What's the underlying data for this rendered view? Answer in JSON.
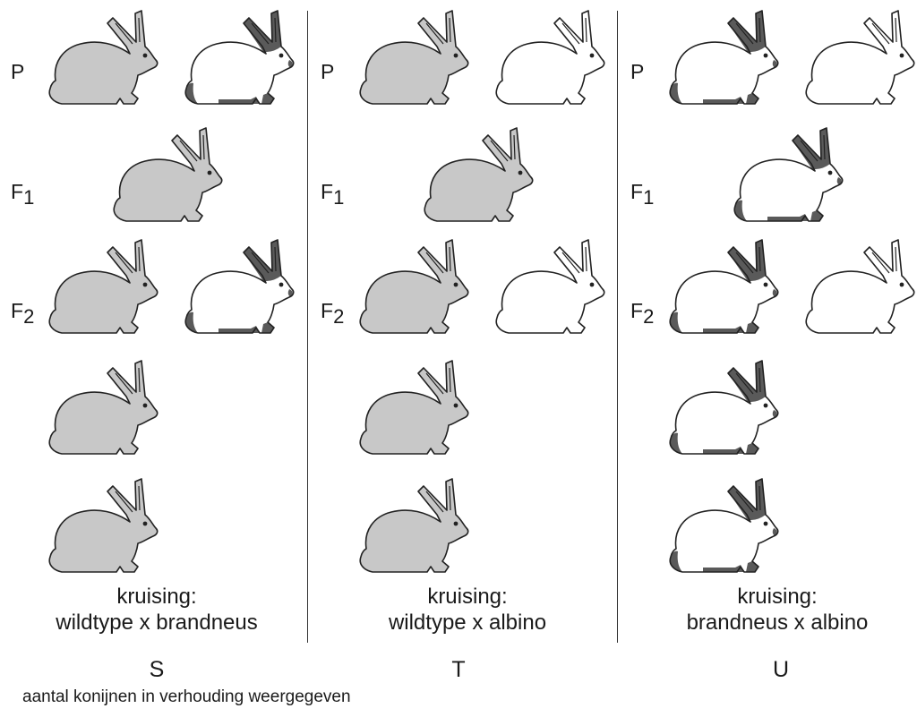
{
  "colors": {
    "wildtype_fill": "#c8c8c8",
    "albino_fill": "#ffffff",
    "dark_points": "#5a5a5a",
    "outline": "#222222"
  },
  "generation_labels": {
    "p": "P",
    "f1_base": "F",
    "f1_sub": "1",
    "f2_base": "F",
    "f2_sub": "2"
  },
  "panels": [
    {
      "id": "S",
      "cross_line1": "kruising:",
      "cross_line2": "wildtype x brandneus",
      "letter": "S",
      "parents": [
        "wildtype",
        "brandneus"
      ],
      "f1": [
        "wildtype"
      ],
      "f2": [
        "wildtype",
        "brandneus",
        "wildtype",
        "wildtype"
      ]
    },
    {
      "id": "T",
      "cross_line1": "kruising:",
      "cross_line2": "wildtype x albino",
      "letter": "T",
      "parents": [
        "wildtype",
        "albino"
      ],
      "f1": [
        "wildtype"
      ],
      "f2": [
        "wildtype",
        "albino",
        "wildtype",
        "wildtype"
      ]
    },
    {
      "id": "U",
      "cross_line1": "kruising:",
      "cross_line2": "brandneus x albino",
      "letter": "U",
      "parents": [
        "brandneus",
        "albino"
      ],
      "f1": [
        "brandneus"
      ],
      "f2": [
        "brandneus",
        "albino",
        "brandneus",
        "brandneus"
      ]
    }
  ],
  "footnote": "aantal konijnen in verhouding weergegeven"
}
